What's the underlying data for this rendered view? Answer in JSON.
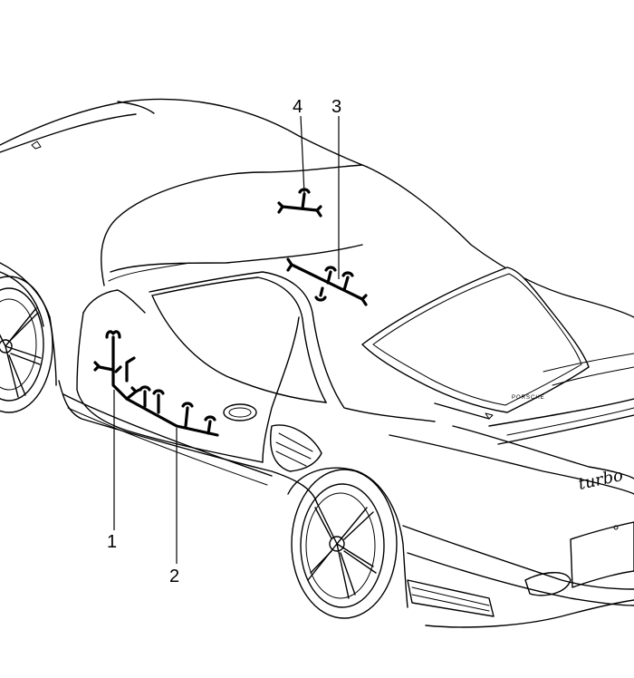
{
  "callouts": [
    {
      "id": "1",
      "label": "1"
    },
    {
      "id": "2",
      "label": "2"
    },
    {
      "id": "3",
      "label": "3"
    },
    {
      "id": "4",
      "label": "4"
    }
  ],
  "badge": {
    "text": "turbo"
  },
  "rear_script": {
    "text": "PORSCHE"
  }
}
